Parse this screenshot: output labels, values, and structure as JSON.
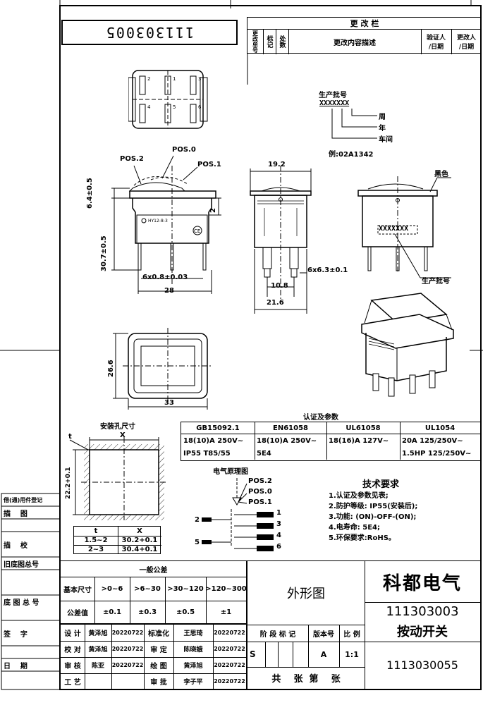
{
  "doc_code_rotated": "111303005",
  "change_log": {
    "title": "更 改 栏",
    "col_no": "更改单号",
    "col_mark": "标记",
    "col_count": "处数",
    "col_desc": "更改内容描述",
    "col_verify": "验证人\n/日期",
    "col_changer": "更改人\n/日期"
  },
  "batch_legend": {
    "title": "生产批号",
    "code": "XXXXXXX",
    "week": "周",
    "year": "年",
    "workshop": "车间",
    "example": "例:02A1342"
  },
  "dims": {
    "pos2": "POS.2",
    "pos0": "POS.0",
    "pos1": "POS.1",
    "h1": "6.4±0.5",
    "h2": "30.7±0.5",
    "h3": "2",
    "pin": "6x0.8±0.03",
    "w1": "28",
    "side_w": "19.2",
    "side_pin": "6x6.3±0.1",
    "side_gap": "10.8",
    "side_total": "21.6",
    "black": "黑色",
    "code_box": "XXXXXXX",
    "batch_ref": "生产批号",
    "top_h": "26.6",
    "top_w": "33",
    "body_marking": "HY12-8-3"
  },
  "cutout": {
    "title": "安装孔尺寸",
    "t": "t",
    "x": "X",
    "y": "22.2+0.1",
    "headers": [
      "t",
      "X"
    ],
    "rows": [
      [
        "1.5~2",
        "30.2+0.1"
      ],
      [
        "2~3",
        "30.4+0.1"
      ]
    ]
  },
  "certs": {
    "title": "认证及参数",
    "headers": [
      "GB15092.1",
      "EN61058",
      "UL61058",
      "UL1054"
    ],
    "values": [
      [
        "18(10)A 250V~",
        "IP55 T85/55"
      ],
      [
        "18(10)A 250V~",
        "5E4"
      ],
      [
        "18(16)A 127V~",
        ""
      ],
      [
        "20A 125/250V~",
        "1.5HP 125/250V~"
      ]
    ]
  },
  "schematic": {
    "title": "电气原理图",
    "pos2": "POS.2",
    "pos0": "POS.0",
    "pos1": "POS.1",
    "pins": [
      "1",
      "2",
      "3",
      "4",
      "5",
      "6"
    ]
  },
  "requirements": {
    "title": "技术要求",
    "items": [
      "1.认证及参数见表;",
      "2.防护等级: IP55(安装后);",
      "3.功能: (ON)-OFF-(ON);",
      "4.电寿命: 5E4;",
      "5.环保要求:RoHS。"
    ]
  },
  "left_strip": [
    "借(通)用件登记",
    "描    图",
    "描    校",
    "旧底图总号",
    "底 图 总 号",
    "签    字",
    "日    期"
  ],
  "tolerance": {
    "title": "一般公差",
    "size_label": "基本尺寸",
    "value_label": "公差值",
    "sizes": [
      ">0~6",
      ">6~30",
      ">30~120",
      ">120~300"
    ],
    "values": [
      "±0.1",
      "±0.3",
      "±0.5",
      "±1"
    ]
  },
  "signoff": [
    {
      "role": "设 计",
      "name": "黄泽旭",
      "date": "20220722",
      "role2": "标准化",
      "name2": "王思琦",
      "date2": "20220722"
    },
    {
      "role": "校 对",
      "name": "黄泽旭",
      "date": "20220722",
      "role2": "审 定",
      "name2": "陈晓娥",
      "date2": "20220722"
    },
    {
      "role": "审 核",
      "name": "陈亚",
      "date": "20220722",
      "role2": "绘 图",
      "name2": "黄泽旭",
      "date2": "20220722"
    },
    {
      "role": "工 艺",
      "name": "",
      "date": "",
      "role2": "审 批",
      "name2": "李子平",
      "date2": "20220722"
    }
  ],
  "title_block": {
    "drawing_name": "外形图",
    "company": "科都电气",
    "part_no": "111303003",
    "part_name": "按动开关",
    "doc_no": "1113030055",
    "stage_label": "阶 段 标 记",
    "version_label": "版本号",
    "scale_label": "比 例",
    "stage": "S",
    "version": "A",
    "scale": "1:1",
    "sheets_label": "共    张  第    张"
  }
}
